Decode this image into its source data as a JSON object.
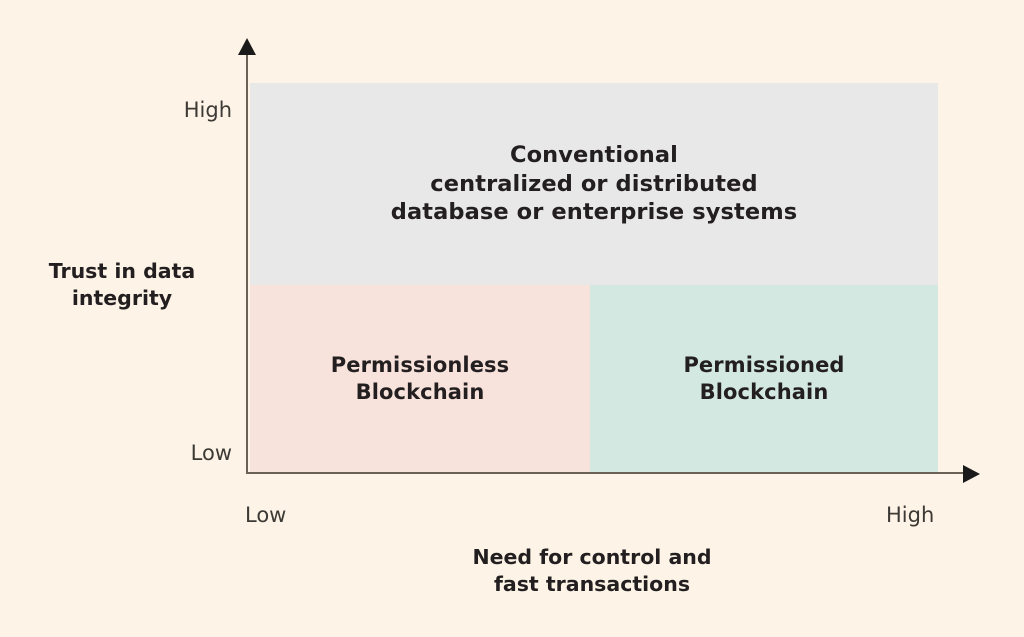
{
  "diagram": {
    "type": "2x2-matrix",
    "background_color": "#FDF4E7",
    "axes": {
      "y": {
        "title_line1": "Trust in data",
        "title_line2": "integrity",
        "low_label": "Low",
        "high_label": "High"
      },
      "x": {
        "title_line1": "Need for control and",
        "title_line2": "fast transactions",
        "low_label": "Low",
        "high_label": "High"
      }
    },
    "quadrants": [
      {
        "id": "conventional",
        "line1": "Conventional",
        "line2": "centralized or distributed",
        "line3": "database or enterprise systems",
        "color": "#E8E8E9",
        "x_position": "full-width",
        "y_position": "high"
      },
      {
        "id": "permissionless",
        "line1": "Permissionless",
        "line2": "Blockchain",
        "color": "#F7E3DB",
        "x_position": "low",
        "y_position": "low"
      },
      {
        "id": "permissioned",
        "line1": "Permissioned",
        "line2": "Blockchain",
        "color": "#D3E8E0",
        "x_position": "high",
        "y_position": "low"
      }
    ]
  }
}
